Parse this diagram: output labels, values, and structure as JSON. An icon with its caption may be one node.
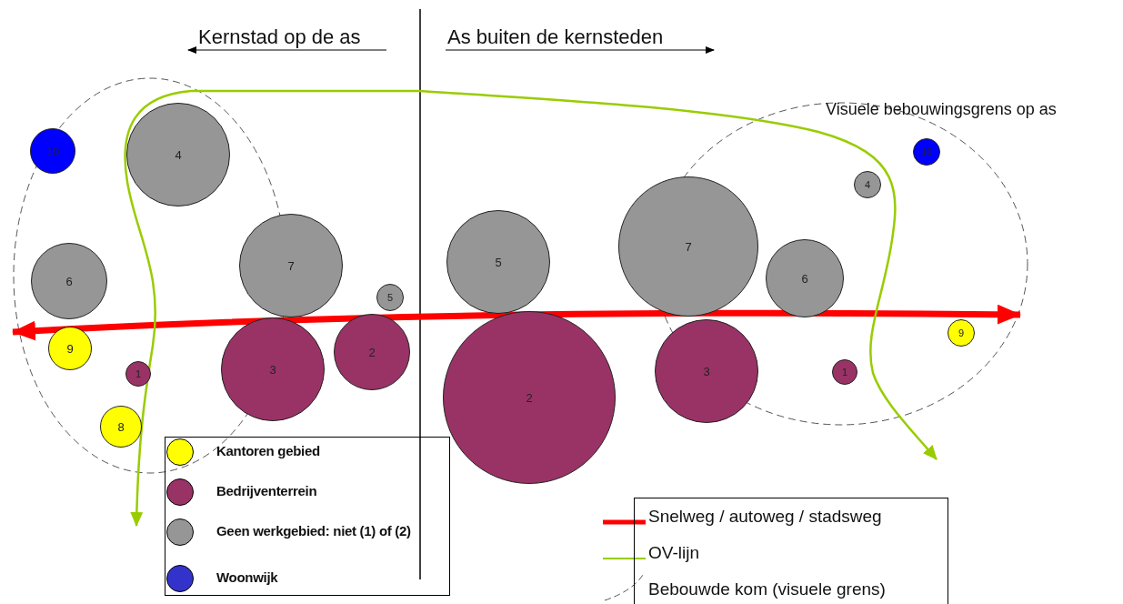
{
  "diagram": {
    "nodes": [
      {
        "text": [
          "10"
        ]
      },
      {
        "text": [
          "4"
        ]
      },
      {
        "text": [
          "10"
        ]
      },
      {
        "text": [
          "4"
        ]
      },
      {
        "text": [
          "7"
        ]
      },
      {
        "text": [
          "5"
        ]
      },
      {
        "text": [
          "7"
        ]
      },
      {
        "text": [
          "6"
        ]
      },
      {
        "text": [
          "6"
        ]
      },
      {
        "text": [
          "5"
        ]
      },
      {
        "text": [
          "9"
        ]
      },
      {
        "text": [
          "9"
        ]
      },
      {
        "text": [
          "2"
        ]
      },
      {
        "text": [
          "3"
        ]
      },
      {
        "text": [
          "3"
        ]
      },
      {
        "text": [
          "1"
        ]
      },
      {
        "text": [
          "1"
        ]
      },
      {
        "text": [
          "2"
        ]
      },
      {
        "text": [
          "8"
        ]
      }
    ],
    "edges": [],
    "labels": [
      "Kernstad op de as",
      "As buiten de kernsteden",
      "Visuele bebouwingsgrens op as"
    ],
    "legend": [
      {
        "text": "Kantoren gebied",
        "color": "#ffff00"
      },
      {
        "text": "Bedrijventerrein",
        "color": "#993366"
      },
      {
        "text": "Geen werkgebied: niet (1) of (2)",
        "color": "#969696"
      },
      {
        "text": "Woonwijk",
        "color": "#3333cc"
      },
      {
        "text": "Snelweg / autoweg / stadsweg"
      },
      {
        "text": "OV-lijn"
      },
      {
        "text": "Bebouwde kom (visuele grens)"
      }
    ]
  }
}
